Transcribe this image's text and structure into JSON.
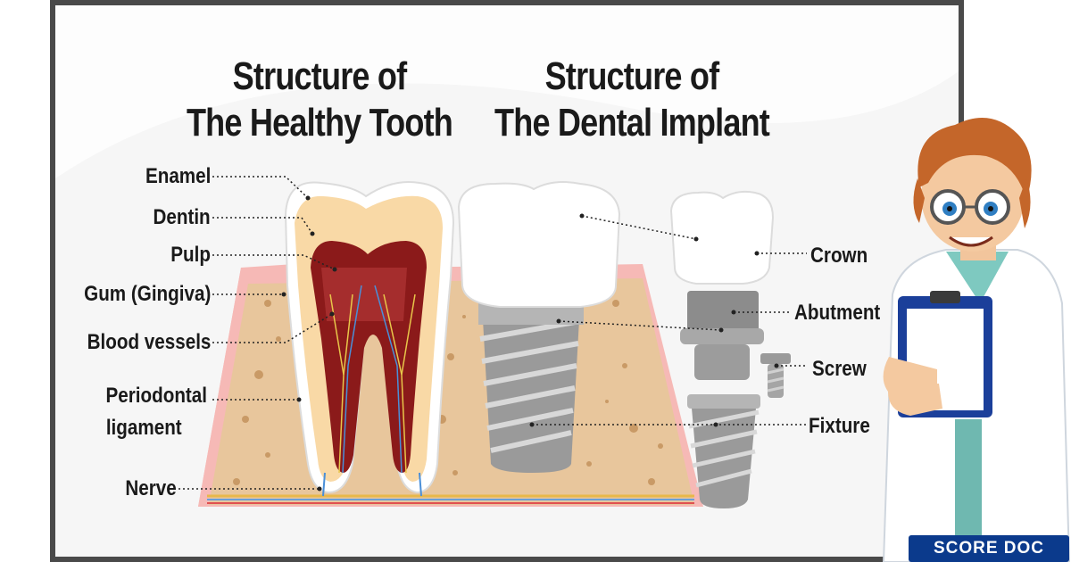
{
  "titles": {
    "left_line1": "Structure of",
    "left_line2": "The Healthy Tooth",
    "right_line1": "Structure of",
    "right_line2": "The Dental Implant"
  },
  "tooth_labels": {
    "enamel": "Enamel",
    "dentin": "Dentin",
    "pulp": "Pulp",
    "gum": "Gum (Gingiva)",
    "blood_vessels": "Blood vessels",
    "periodontal_line1": "Periodontal",
    "periodontal_line2": "ligament",
    "nerve": "Nerve"
  },
  "implant_labels": {
    "crown": "Crown",
    "abutment": "Abutment",
    "screw": "Screw",
    "fixture": "Fixture"
  },
  "logo": {
    "text": "SCORE DOC"
  },
  "colors": {
    "bone": "#e9c9a0",
    "gum": "#f5b7b5",
    "pulp": "#8b1a1a",
    "dentin": "#f9d9a6",
    "enamel": "#ffffff",
    "metal": "#9a9a9a",
    "logo_bg": "#0b3a8c"
  }
}
